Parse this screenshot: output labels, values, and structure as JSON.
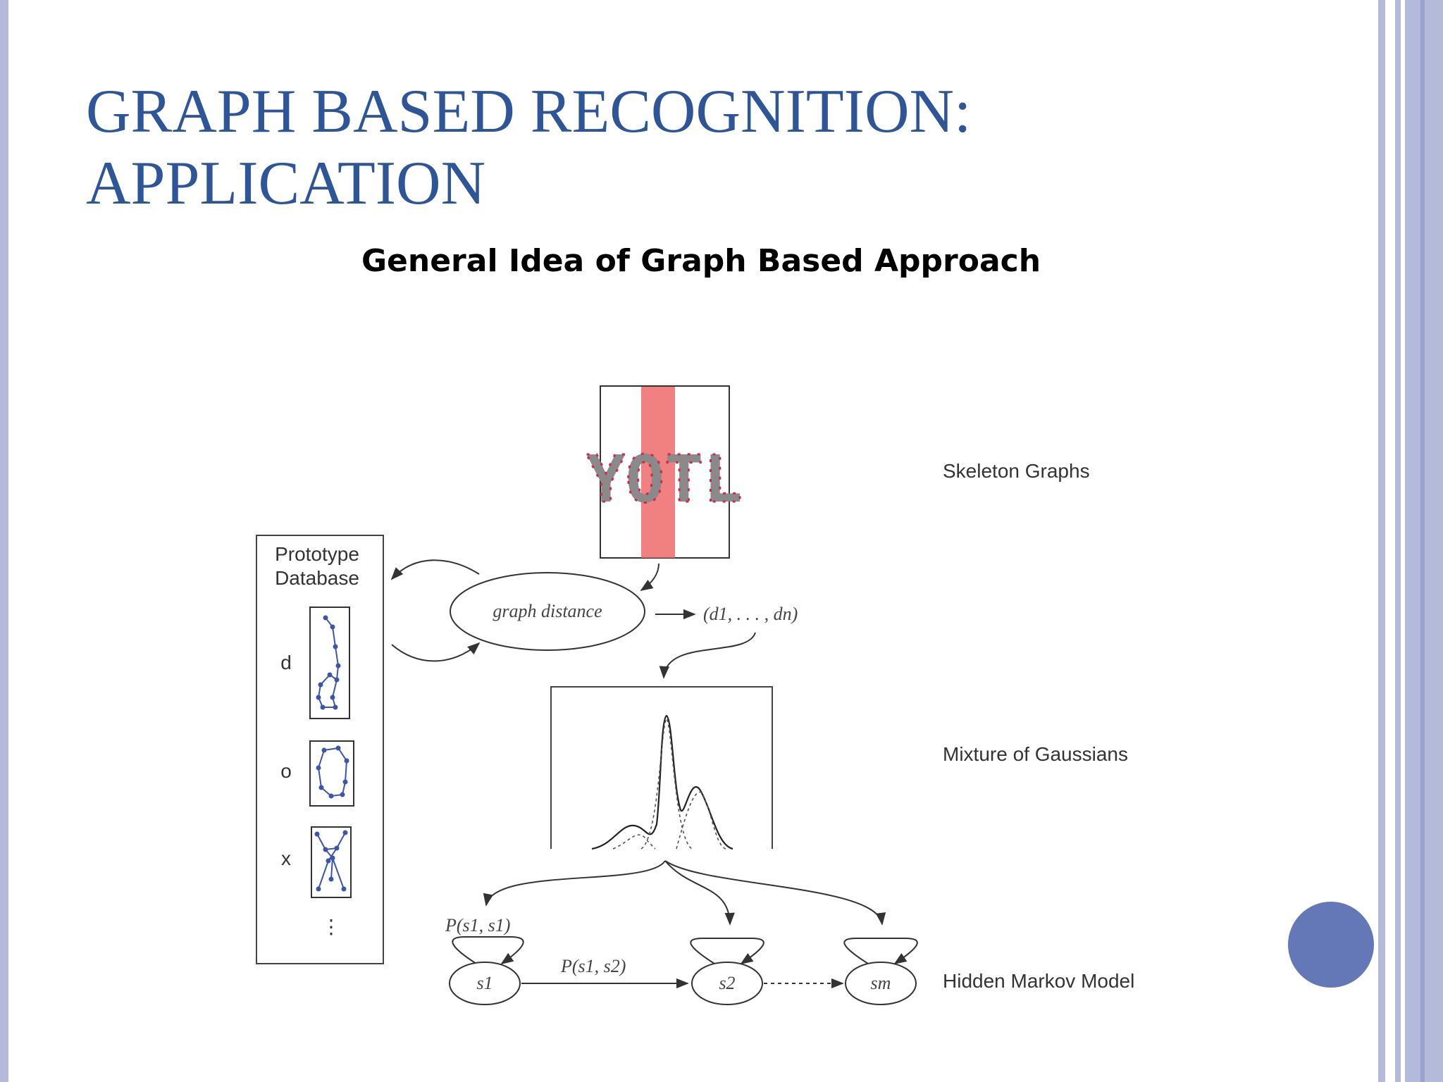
{
  "slide": {
    "title_lines": [
      "GRAPH BASED RECOGNITION:",
      "APPLICATION"
    ],
    "figure_title": "General Idea of Graph Based Approach"
  },
  "diagram": {
    "handwriting_word": "YOTL",
    "labels": {
      "skeleton": "Skeleton Graphs",
      "mixture": "Mixture of Gaussians",
      "hmm": "Hidden Markov Model",
      "prototype_line1": "Prototype",
      "prototype_line2": "Database",
      "graph_distance": "graph distance",
      "distance_vector": "(d1, . . . , dn)",
      "p_s1_s1": "P(s1, s1)",
      "p_s1_s2": "P(s1, s2)"
    },
    "prototypes": [
      "d",
      "o",
      "x"
    ],
    "ellipsis": "⋮",
    "states": [
      "s1",
      "s2",
      "sm"
    ]
  },
  "colors": {
    "title": "#2e5597",
    "accent_stripe": "#b4bad9",
    "highlight": "#ef6b6b",
    "nav_dot": "#6478b8",
    "graph_blue": "#3d55a8"
  }
}
